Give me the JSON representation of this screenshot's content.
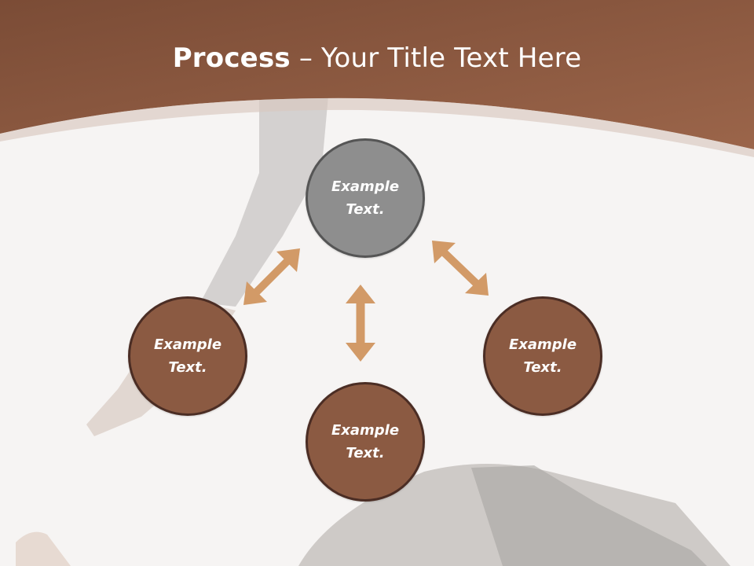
{
  "title": {
    "bold": "Process",
    "rest": " – Your Title Text Here"
  },
  "colors": {
    "header": "#8f5b43",
    "node_brown": "#8b5a42",
    "node_gray": "#8e8e8e",
    "arrow": "#d29a67"
  },
  "nodes": [
    {
      "label_line1": "Example",
      "label_line2": "Text."
    },
    {
      "label_line1": "Example",
      "label_line2": "Text."
    },
    {
      "label_line1": "Example",
      "label_line2": "Text."
    },
    {
      "label_line1": "Example",
      "label_line2": "Text."
    }
  ]
}
